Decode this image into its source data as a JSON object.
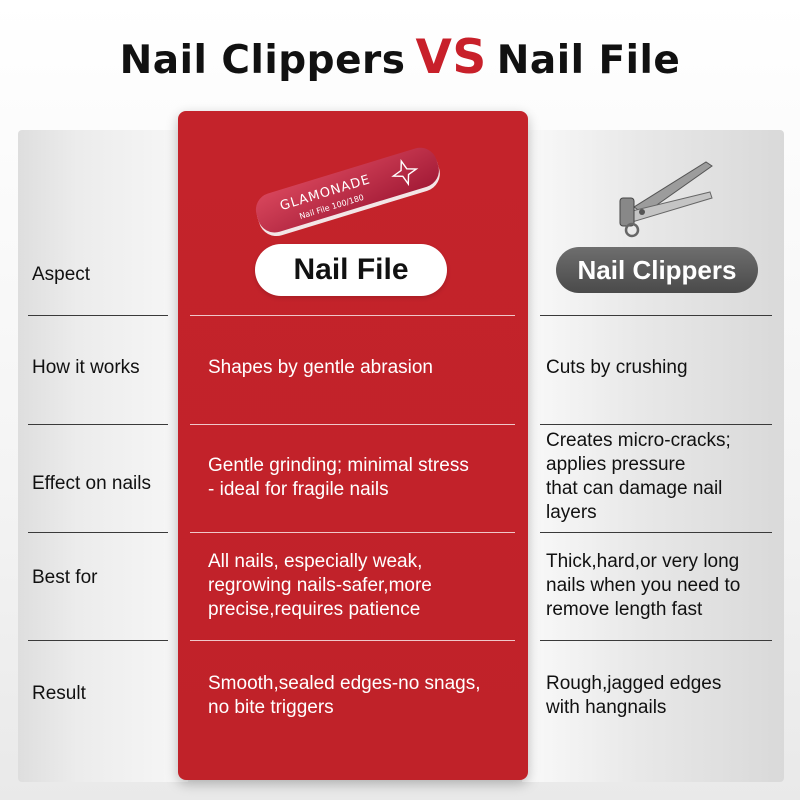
{
  "title": {
    "left": "Nail Clippers",
    "vs": "VS",
    "right": "Nail File"
  },
  "product_image": {
    "brand": "GLAMONADE",
    "label": "Nail File  100/180"
  },
  "columns": {
    "aspect_header": "Aspect",
    "file_header": "Nail File",
    "clippers_header": "Nail Clippers"
  },
  "rows": [
    {
      "aspect": "How it works",
      "file": [
        "Shapes by gentle abrasion"
      ],
      "clippers": [
        "Cuts by crushing"
      ]
    },
    {
      "aspect": "Effect on nails",
      "file": [
        "Gentle grinding; minimal stress",
        "- ideal for fragile nails"
      ],
      "clippers": [
        "Creates micro-cracks;",
        "applies pressure",
        "that can damage nail",
        "layers"
      ]
    },
    {
      "aspect": "Best for",
      "file": [
        "All nails, especially weak,",
        "regrowing nails-safer,more",
        "precise,requires patience"
      ],
      "clippers": [
        "Thick,hard,or very long",
        "nails when you need to",
        "remove length fast"
      ]
    },
    {
      "aspect": "Result",
      "file": [
        "Smooth,sealed edges-no snags,",
        "no bite triggers"
      ],
      "clippers": [
        "Rough,jagged edges",
        "with hangnails"
      ]
    }
  ],
  "colors": {
    "accent_red": "#c4232b",
    "clipper_pill": "#555555",
    "text_dark": "#111111"
  }
}
